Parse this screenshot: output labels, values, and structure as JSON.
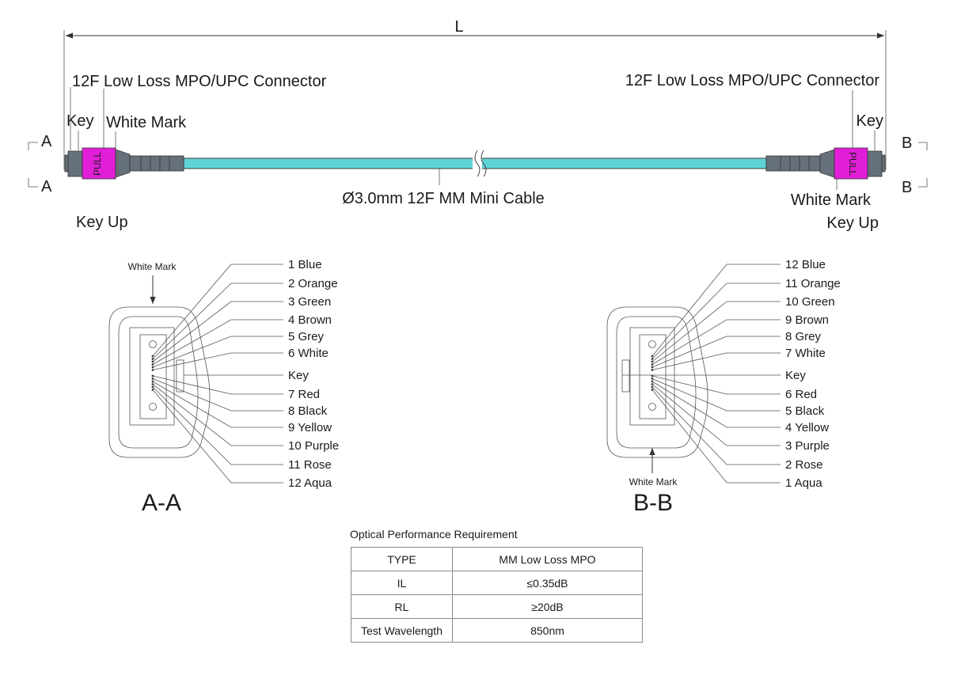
{
  "top": {
    "length_label": "L",
    "connector_left": "12F Low Loss MPO/UPC Connector",
    "connector_right": "12F Low Loss MPO/UPC Connector",
    "key_left": "Key",
    "white_mark_left": "White Mark",
    "key_right": "Key",
    "white_mark_right": "White Mark",
    "section_a": "A",
    "section_b": "B",
    "cable_label": "Ø3.0mm 12F MM Mini Cable",
    "key_up_left": "Key Up",
    "key_up_right": "Key  Up",
    "pull_label": "PULL"
  },
  "colors": {
    "cable": "#5ed3d6",
    "boot": "#66707a",
    "housing_pink": "#e21fd8",
    "line": "#555555"
  },
  "section_aa": {
    "white_mark": "White Mark",
    "title": "A-A",
    "fibers": [
      "1 Blue",
      "2 Orange",
      "3 Green",
      "4 Brown",
      "5 Grey",
      "6 White",
      "Key",
      "7 Red",
      "8 Black",
      "9 Yellow",
      "10 Purple",
      "11 Rose",
      "12 Aqua"
    ]
  },
  "section_bb": {
    "white_mark": "White Mark",
    "title": "B-B",
    "fibers": [
      "12 Blue",
      "11 Orange",
      "10 Green",
      "9 Brown",
      "8 Grey",
      "7 White",
      "Key",
      "6 Red",
      "5 Black",
      "4 Yellow",
      "3 Purple",
      "2 Rose",
      "1 Aqua"
    ]
  },
  "performance": {
    "title": "Optical Performance Requirement",
    "rows": [
      {
        "key": "TYPE",
        "value": "MM Low Loss MPO"
      },
      {
        "key": "IL",
        "value": "≤0.35dB"
      },
      {
        "key": "RL",
        "value": "≥20dB"
      },
      {
        "key": "Test Wavelength",
        "value": "850nm"
      }
    ]
  }
}
